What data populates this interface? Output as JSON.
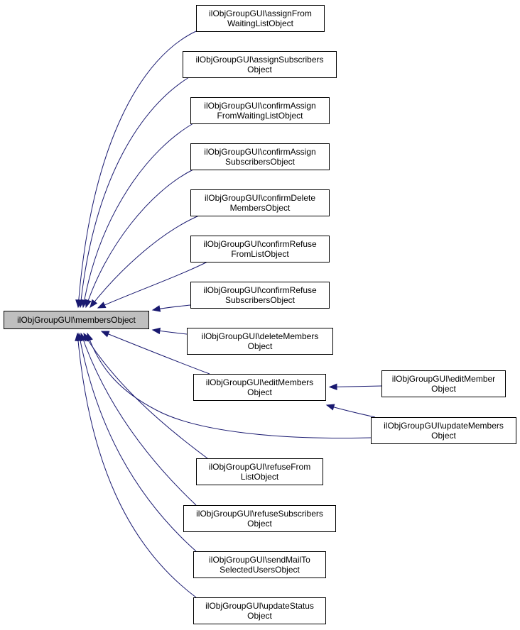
{
  "diagram": {
    "type": "caller-graph",
    "root": {
      "id": "members",
      "lines": [
        "ilObjGroupGUI\\membersObject"
      ]
    },
    "nodes": [
      {
        "id": "assignFromWaiting",
        "lines": [
          "ilObjGroupGUI\\assignFrom",
          "WaitingListObject"
        ]
      },
      {
        "id": "assignSubscribers",
        "lines": [
          "ilObjGroupGUI\\assignSubscribers",
          "Object"
        ]
      },
      {
        "id": "confirmAssignFromWaiting",
        "lines": [
          "ilObjGroupGUI\\confirmAssign",
          "FromWaitingListObject"
        ]
      },
      {
        "id": "confirmAssignSubscribers",
        "lines": [
          "ilObjGroupGUI\\confirmAssign",
          "SubscribersObject"
        ]
      },
      {
        "id": "confirmDeleteMembers",
        "lines": [
          "ilObjGroupGUI\\confirmDelete",
          "MembersObject"
        ]
      },
      {
        "id": "confirmRefuseFromList",
        "lines": [
          "ilObjGroupGUI\\confirmRefuse",
          "FromListObject"
        ]
      },
      {
        "id": "confirmRefuseSubscribers",
        "lines": [
          "ilObjGroupGUI\\confirmRefuse",
          "SubscribersObject"
        ]
      },
      {
        "id": "deleteMembers",
        "lines": [
          "ilObjGroupGUI\\deleteMembers",
          "Object"
        ]
      },
      {
        "id": "editMembers",
        "lines": [
          "ilObjGroupGUI\\editMembers",
          "Object"
        ]
      },
      {
        "id": "editMember",
        "lines": [
          "ilObjGroupGUI\\editMember",
          "Object"
        ]
      },
      {
        "id": "updateMembers",
        "lines": [
          "ilObjGroupGUI\\updateMembers",
          "Object"
        ]
      },
      {
        "id": "refuseFromList",
        "lines": [
          "ilObjGroupGUI\\refuseFrom",
          "ListObject"
        ]
      },
      {
        "id": "refuseSubscribers",
        "lines": [
          "ilObjGroupGUI\\refuseSubscribers",
          "Object"
        ]
      },
      {
        "id": "sendMail",
        "lines": [
          "ilObjGroupGUI\\sendMailTo",
          "SelectedUsersObject"
        ]
      },
      {
        "id": "updateStatus",
        "lines": [
          "ilObjGroupGUI\\updateStatus",
          "Object"
        ]
      }
    ],
    "edges": [
      {
        "from": "assignFromWaiting",
        "to": "members"
      },
      {
        "from": "assignSubscribers",
        "to": "members"
      },
      {
        "from": "confirmAssignFromWaiting",
        "to": "members"
      },
      {
        "from": "confirmAssignSubscribers",
        "to": "members"
      },
      {
        "from": "confirmDeleteMembers",
        "to": "members"
      },
      {
        "from": "confirmRefuseFromList",
        "to": "members"
      },
      {
        "from": "confirmRefuseSubscribers",
        "to": "members"
      },
      {
        "from": "deleteMembers",
        "to": "members"
      },
      {
        "from": "editMembers",
        "to": "members"
      },
      {
        "from": "updateMembers",
        "to": "members"
      },
      {
        "from": "refuseFromList",
        "to": "members"
      },
      {
        "from": "refuseSubscribers",
        "to": "members"
      },
      {
        "from": "sendMail",
        "to": "members"
      },
      {
        "from": "updateStatus",
        "to": "members"
      },
      {
        "from": "editMember",
        "to": "editMembers"
      },
      {
        "from": "updateMembers",
        "to": "editMembers"
      }
    ],
    "colors": {
      "edge": "#191970",
      "root_fill": "#bfbfbf",
      "node_fill": "#ffffff",
      "border": "#000000"
    }
  }
}
